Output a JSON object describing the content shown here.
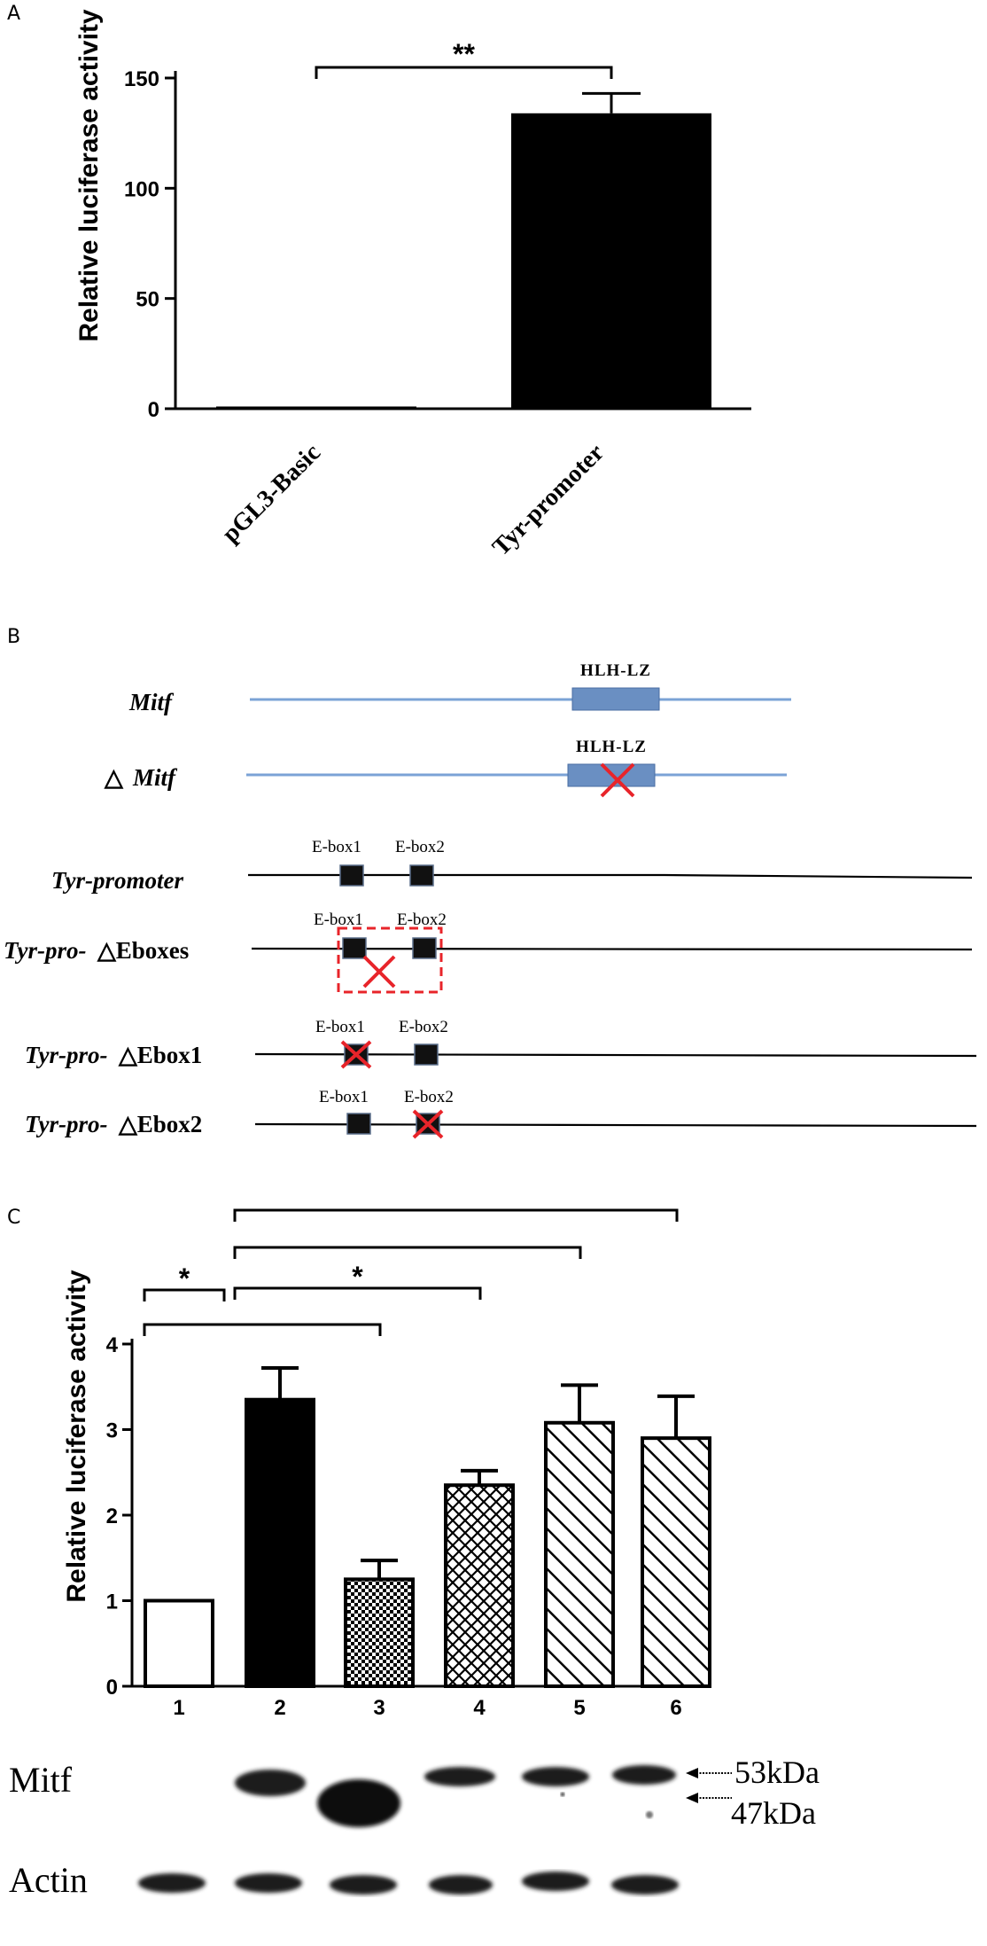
{
  "panel_letters": {
    "a": "A",
    "b": "B",
    "c": "C"
  },
  "chart_data": [
    {
      "type": "bar",
      "panel": "A",
      "categories": [
        "pGL3-Basic",
        "Tyr-promoter"
      ],
      "values": [
        1,
        134
      ],
      "errors": [
        0,
        9
      ],
      "ylabel": "Relative luciferase activity",
      "ylim": [
        0,
        150
      ],
      "yticks": [
        0,
        50,
        100,
        150
      ],
      "fills": [
        "solid",
        "solid"
      ],
      "significance": [
        {
          "from": 0,
          "to": 1,
          "label": "**"
        }
      ]
    },
    {
      "type": "bar",
      "panel": "C",
      "categories": [
        "1",
        "2",
        "3",
        "4",
        "5",
        "6"
      ],
      "values": [
        1.0,
        3.35,
        1.25,
        2.35,
        3.08,
        2.9
      ],
      "errors": [
        0,
        0.37,
        0.22,
        0.17,
        0.44,
        0.49
      ],
      "fills": [
        "white",
        "black",
        "checker",
        "crosshatch",
        "diag",
        "diag"
      ],
      "ylabel": "Relative luciferase activity",
      "ylim": [
        0,
        4
      ],
      "yticks": [
        0,
        1,
        2,
        3,
        4
      ],
      "significance": [
        {
          "from": 0,
          "to": 1,
          "label": "*"
        },
        {
          "from": 0,
          "to": 2,
          "label": ""
        },
        {
          "from": 1,
          "to": 3,
          "label": "*"
        },
        {
          "from": 1,
          "to": 4,
          "label": ""
        },
        {
          "from": 1,
          "to": 5,
          "label": ""
        }
      ]
    }
  ],
  "diagram": {
    "mitf": {
      "label": "Mitf",
      "domain": "HLH-LZ"
    },
    "delta_mitf": {
      "prefix": "△",
      "label": "Mitf",
      "domain": "HLH-LZ"
    },
    "constructs": [
      {
        "label": "Tyr-promoter",
        "suffix": "",
        "box1": "E-box1",
        "box2": "E-box2"
      },
      {
        "label": "Tyr-pro-",
        "suffix": "△Eboxes",
        "box1": "E-box1",
        "box2": "E-box2"
      },
      {
        "label": "Tyr-pro-",
        "suffix": "△Ebox1",
        "box1": "E-box1",
        "box2": "E-box2"
      },
      {
        "label": "Tyr-pro-",
        "suffix": "△Ebox2",
        "box1": "E-box1",
        "box2": "E-box2"
      }
    ],
    "colors": {
      "protein_line": "#7ba3d6",
      "domain_box": "#6a8fc2",
      "ebox": "#111111",
      "cross": "#e8242a"
    }
  },
  "western": {
    "mitf_label": "Mitf",
    "actin_label": "Actin",
    "marker_high": "53kDa",
    "marker_low": "47kDa"
  }
}
